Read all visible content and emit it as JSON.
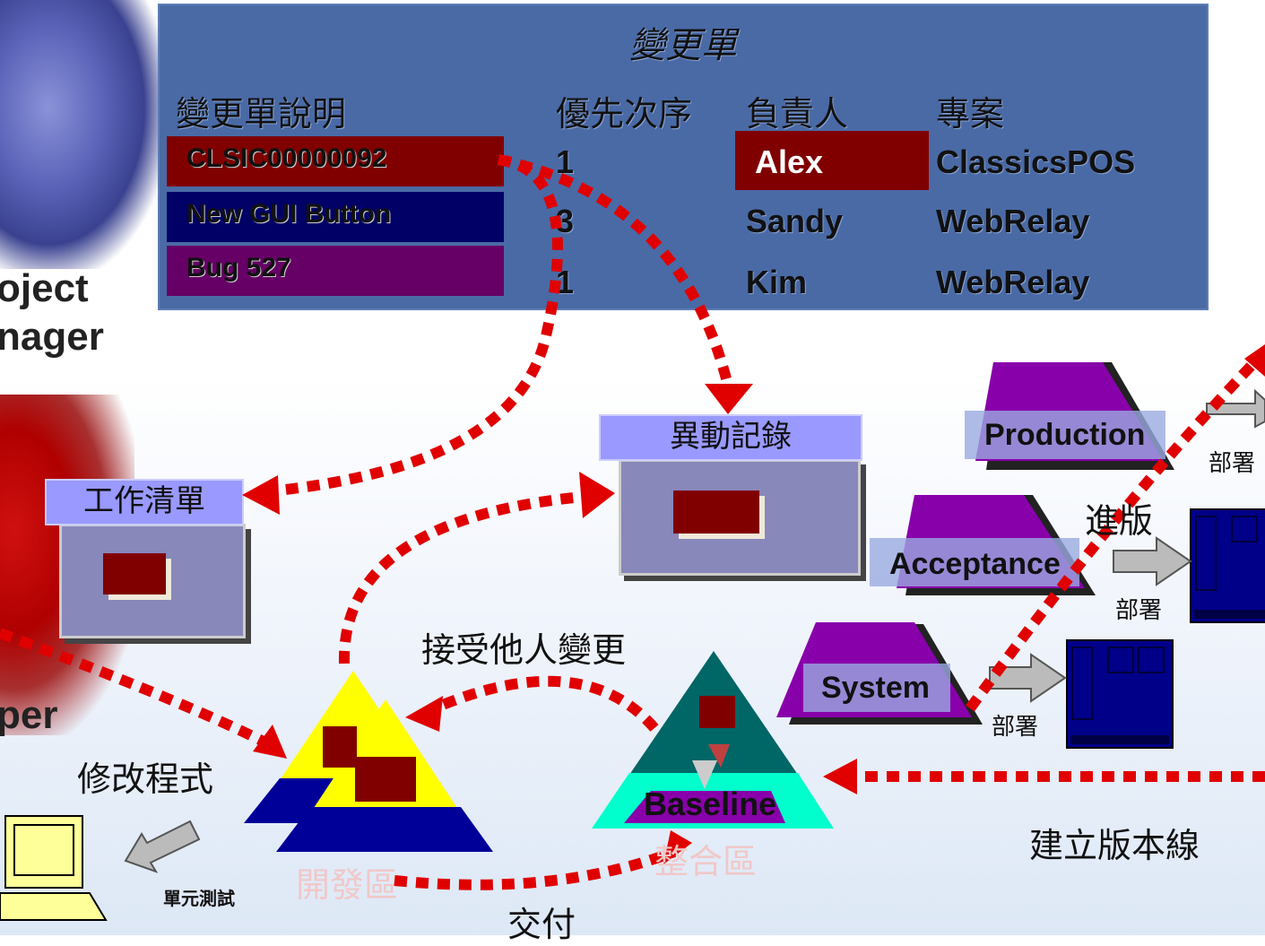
{
  "roles": {
    "top": [
      "oject",
      "nager"
    ],
    "bottom": "per"
  },
  "change_order": {
    "title": "變更單",
    "headers": [
      "變更單說明",
      "優先次序",
      "負責人",
      "專案"
    ],
    "rows": [
      {
        "desc": "CLSIC00000092",
        "priority": "1",
        "owner": "Alex",
        "project": "ClassicsPOS",
        "color": "#800000"
      },
      {
        "desc": "New GUI Button",
        "priority": "3",
        "owner": "Sandy",
        "project": "WebRelay",
        "color": "#000066"
      },
      {
        "desc": "Bug 527",
        "priority": "1",
        "owner": "Kim",
        "project": "WebRelay",
        "color": "#660066"
      }
    ]
  },
  "work_list": "工作清單",
  "activity_log": "異動記錄",
  "labels": {
    "accept_changes": "接受他人變更",
    "modify_code": "修改程式",
    "unit_test": "單元測試",
    "deliver": "交付",
    "build_baseline": "建立版本線",
    "promote": "進版",
    "dev_area": "開發區",
    "integration_area": "整合區",
    "baseline": "Baseline",
    "deploy": "部署"
  },
  "environments": [
    "Production",
    "Acceptance",
    "System"
  ],
  "colors": {
    "arrow": "#e00000",
    "panel": "#4a6aa6",
    "env": "#8800aa",
    "dev_top": "#ffff00",
    "dev_base": "#000099",
    "int_top": "#006666",
    "int_base": "#00ffcc"
  }
}
